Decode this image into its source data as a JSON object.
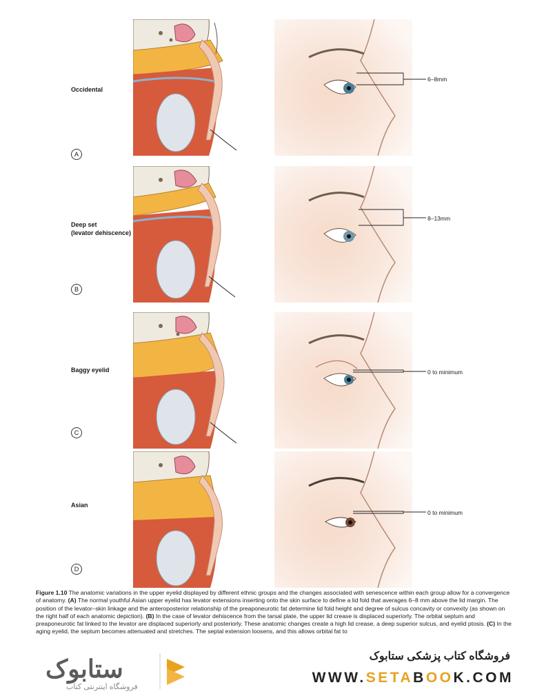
{
  "panels": [
    {
      "label": "Occidental",
      "letter": "A",
      "measurement": "6–8mm"
    },
    {
      "label": "Deep set\n(levator dehiscence)",
      "letter": "B",
      "measurement": "8–13mm"
    },
    {
      "label": "Baggy eyelid",
      "letter": "C",
      "measurement": "0 to minimum"
    },
    {
      "label": "Asian",
      "letter": "D",
      "measurement": "0 to minimum"
    }
  ],
  "caption": {
    "figure_label": "Figure 1.10",
    "intro": " The anatomic variations in the upper eyelid displayed by different ethnic groups and the changes associated with senescence within each group allow for a convergence of anatomy. ",
    "a_label": "(A)",
    "a_text": " The normal youthful Asian upper eyelid has levator extensions inserting onto the skin surface to define a lid fold that averages 6–8 mm above the lid margin. The position of the levator–skin linkage and the anteroposterior relationship of the preaponeurotic fat determine lid fold height and degree of sulcus concavity or convexity (as shown on the right half of each anatomic depiction). ",
    "b_label": "(B)",
    "b_text": " In the case of levator dehiscence from the tarsal plate, the upper lid crease is displaced superiorly. The orbital septum and preaponeurotic fat linked to the levator are displaced superiorly and posteriorly. These anatomic changes create a high lid crease, a deep superior sulcus, and eyelid ptosis. ",
    "c_label": "(C)",
    "c_text": " In the aging eyelid, the septum becomes attenuated and stretches. The septal extension loosens, and this allows orbital fat to"
  },
  "footer": {
    "logo_text": "ستابوک",
    "logo_subtitle": "فروشگاه اینترنتی کتاب",
    "store_name": "فروشگاه کتاب پزشکی ستابوک",
    "url_parts": [
      "WWW.",
      "SETA",
      "B",
      "OO",
      "K",
      ".COM"
    ]
  },
  "colors": {
    "skin": "#f1c9b3",
    "fat": "#f2b544",
    "muscle": "#d65a3c",
    "globe": "#dfe4ea",
    "bone": "#eeeae0",
    "accent": "#e8a21d"
  }
}
